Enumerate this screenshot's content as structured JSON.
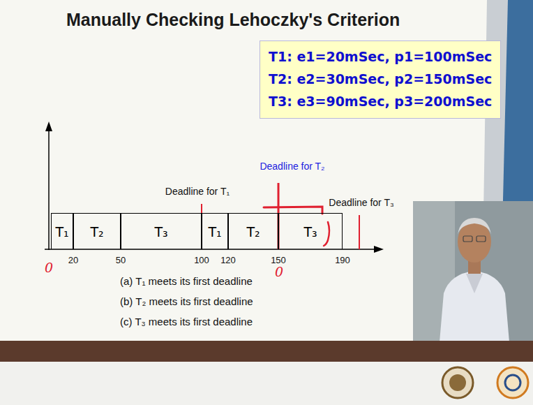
{
  "diagram": {
    "title": "Manually Checking Lehoczky's Criterion",
    "nodes": [
      {
        "text": [
          "T1: e1=20mSec, p1=100mSec",
          "T2: e2=30mSec, p2=150mSec",
          "T3: e3=90mSec, p3=200mSec"
        ]
      },
      {
        "text": [
          "T₁"
        ]
      },
      {
        "text": [
          "T₂"
        ]
      },
      {
        "text": [
          "T₃"
        ]
      },
      {
        "text": [
          "T₁"
        ]
      },
      {
        "text": [
          "T₂"
        ]
      },
      {
        "text": [
          "T₃"
        ]
      }
    ],
    "labels": [
      "Deadline for T₁",
      "Deadline for T₂",
      "Deadline for T₃",
      "0",
      "20",
      "50",
      "100",
      "120",
      "150",
      "190",
      "0",
      "(a) T₁ meets its first deadline",
      "(b) T₂ meets its first deadline",
      "(c) T₃ meets its first deadline"
    ]
  }
}
